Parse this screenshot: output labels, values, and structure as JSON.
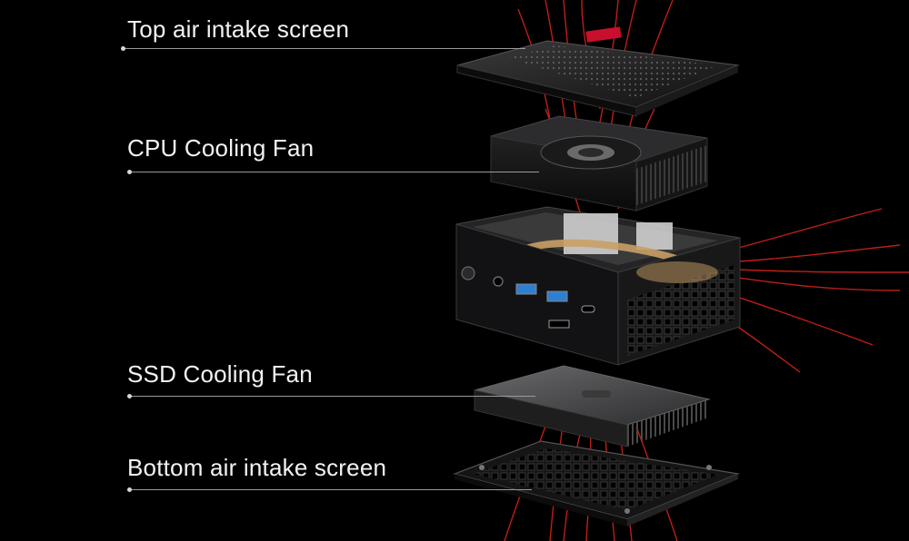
{
  "callouts": [
    {
      "id": "top-air-intake-screen",
      "label": "Top air intake screen"
    },
    {
      "id": "cpu-cooling-fan",
      "label": "CPU Cooling Fan"
    },
    {
      "id": "ssd-cooling-fan",
      "label": "SSD Cooling Fan"
    },
    {
      "id": "bottom-air-intake-screen",
      "label": "Bottom air intake screen"
    }
  ],
  "colors": {
    "background": "#000000",
    "airflow": "#e0241b",
    "chassis": "#1c1c1e",
    "label_text": "#f2f2f2"
  },
  "icons": [
    "usb-icon",
    "usb-c-icon",
    "power-button-icon",
    "audio-jack-icon",
    "hdmi-port-icon"
  ]
}
